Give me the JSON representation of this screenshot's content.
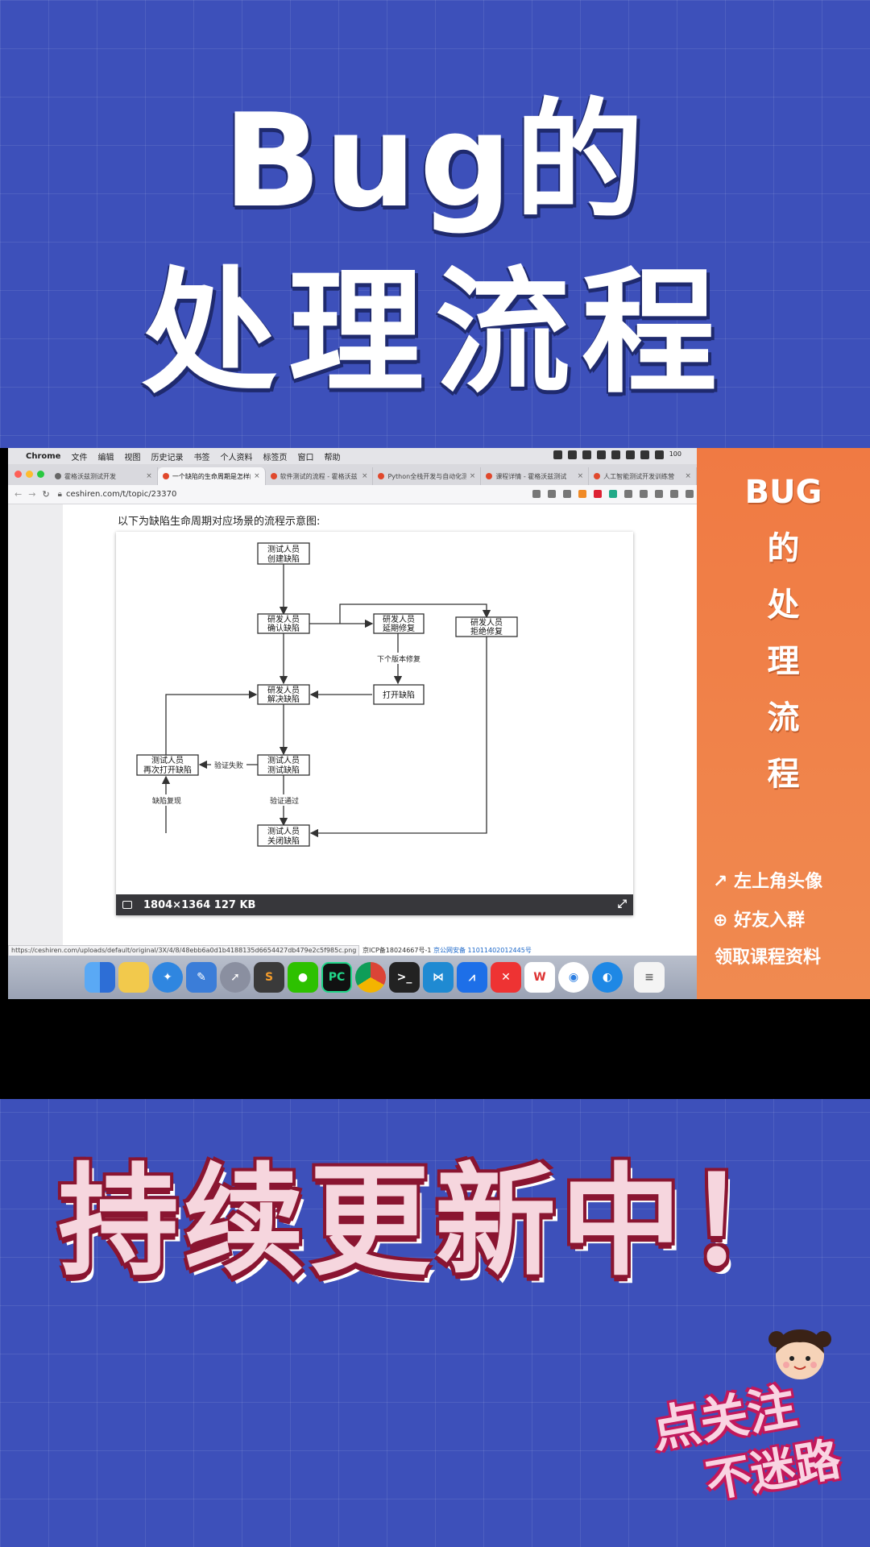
{
  "header": {
    "title_line1": "Bug的",
    "title_line2": "处理流程"
  },
  "menubar": {
    "app": "Chrome",
    "items": [
      "文件",
      "编辑",
      "视图",
      "历史记录",
      "书签",
      "个人资料",
      "标签页",
      "窗口",
      "帮助"
    ],
    "battery": "100"
  },
  "tabs": [
    {
      "label": "霍格沃兹测试开发"
    },
    {
      "label": "一个缺陷的生命周期是怎样的"
    },
    {
      "label": "软件测试的流程 - 霍格沃兹"
    },
    {
      "label": "Python全栈开发与自动化测试"
    },
    {
      "label": "课程详情 - 霍格沃兹测试"
    },
    {
      "label": "人工智能测试开发训练营"
    }
  ],
  "address": {
    "url": "ceshiren.com/t/topic/23370"
  },
  "article": {
    "intro": "以下为缺陷生命周期对应场景的流程示意图:"
  },
  "diagram": {
    "nodes": {
      "create": [
        "测试人员",
        "创建缺陷"
      ],
      "confirm": [
        "研发人员",
        "确认缺陷"
      ],
      "delay": [
        "研发人员",
        "延期修复"
      ],
      "reject": [
        "研发人员",
        "拒绝修复"
      ],
      "resolve": [
        "研发人员",
        "解决缺陷"
      ],
      "open": "打开缺陷",
      "test": [
        "测试人员",
        "测试缺陷"
      ],
      "reopen": [
        "测试人员",
        "再次打开缺陷"
      ],
      "close": [
        "测试人员",
        "关闭缺陷"
      ]
    },
    "edge_labels": {
      "next_version": "下个版本修复",
      "verify_fail": "验证失败",
      "verify_pass": "验证通过",
      "reproduce": "缺陷复现"
    },
    "image_info": "1804×1364 127 KB"
  },
  "statusbar": {
    "link": "https://ceshiren.com/uploads/default/original/3X/4/8/48ebb6a0d1b4188135d6654427db479e2c5f985c.png",
    "icp_prefix": "京ICP备18024667号-1",
    "icp_police": "京公网安备 11011402012445号"
  },
  "side_panel": {
    "title_chars": [
      "BUG",
      "的",
      "处",
      "理",
      "流",
      "程"
    ],
    "line1": "左上角头像",
    "line2": "好友入群",
    "line3": "领取课程资料"
  },
  "footer": {
    "banner": "持续更新中！",
    "follow_line1": "点关注",
    "follow_line2": "不迷路"
  },
  "colors": {
    "background": "#3d50ba",
    "side_panel": "#f07a43",
    "banner_outline": "#8a1531"
  }
}
